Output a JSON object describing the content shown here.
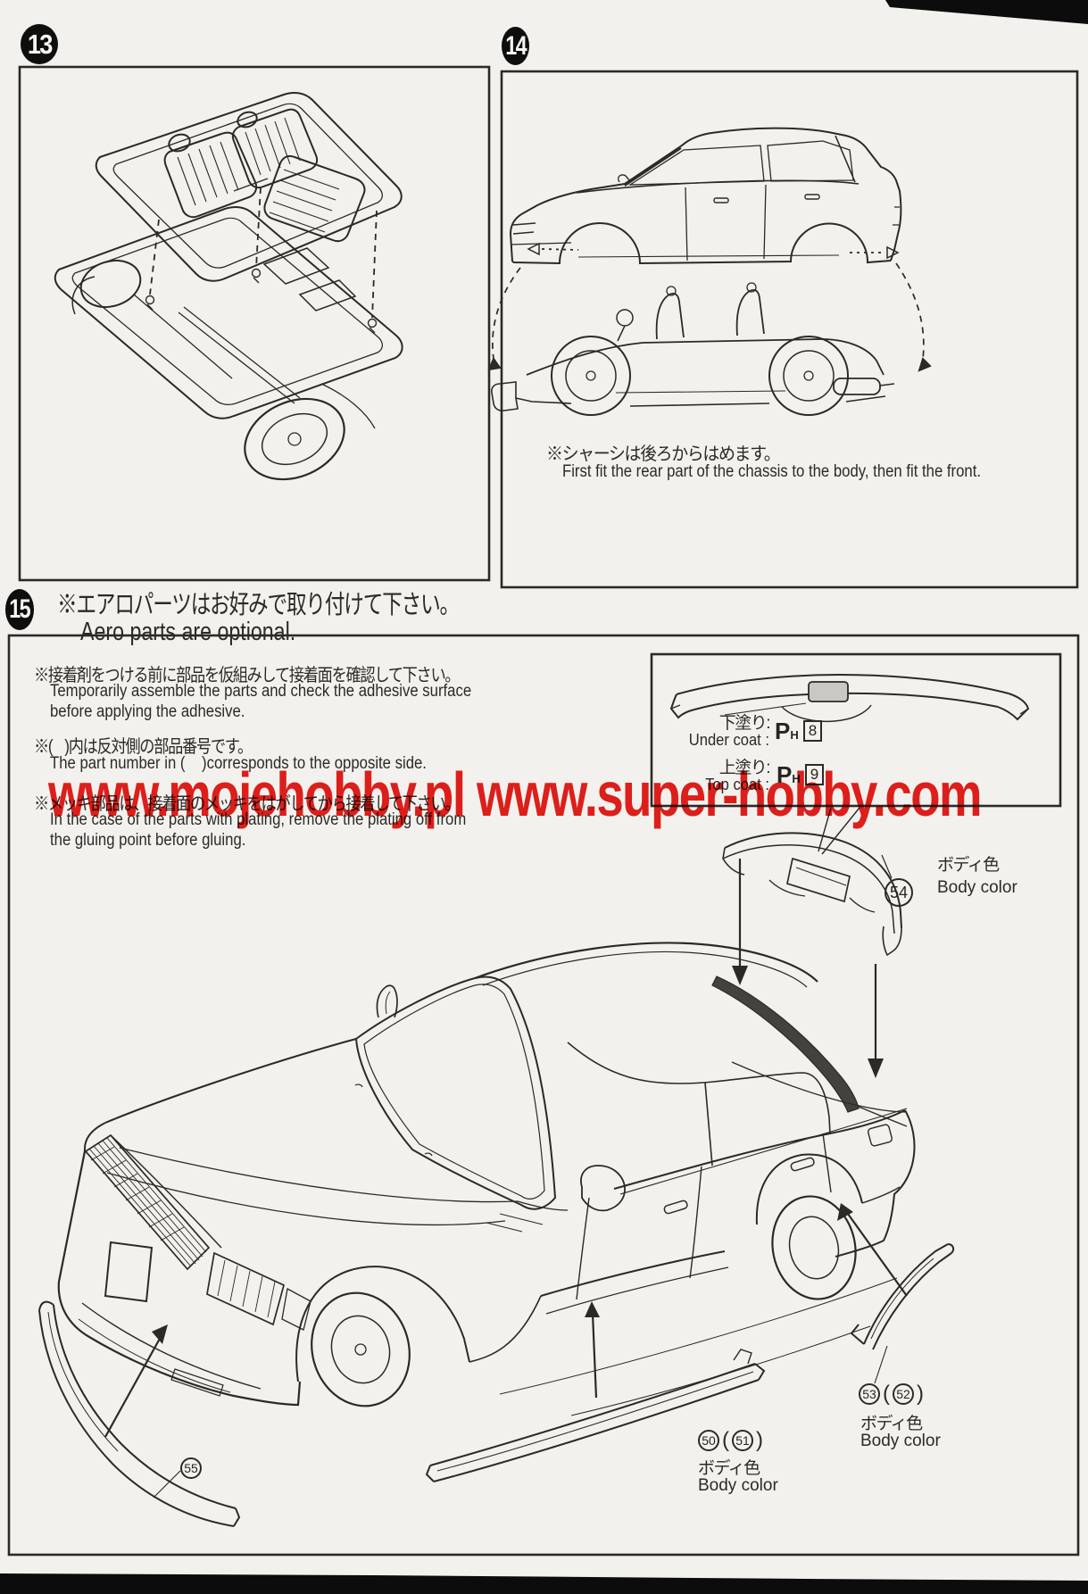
{
  "steps": {
    "s13": {
      "number": "13"
    },
    "s14": {
      "number": "14",
      "note_jp": "※シャーシは後ろからはめます。",
      "note_en": "First fit the rear part of the chassis to the body, then fit the front."
    },
    "s15": {
      "number": "15",
      "note_jp": "※エアロパーツはお好みで取り付けて下さい。",
      "note_en": "Aero parts are optional."
    }
  },
  "assembly_notes": {
    "note1_jp": "※接着剤をつける前に部品を仮組みして接着面を確認して下さい。",
    "note1_en1": "Temporarily assemble the parts and check the adhesive surface",
    "note1_en2": "before applying the adhesive.",
    "note2_jp": "※(    )内は反対側の部品番号です。",
    "note2_en1": "The part number in (    )corresponds to the opposite side.",
    "note3_jp": "※メッキ部品は、接着面のメッキをはがしてから接着して下さい。",
    "note3_en1": "In the case of the parts with plating, remove the plating off from",
    "note3_en2": "the gluing point before gluing."
  },
  "paint": {
    "under_label_jp": "下塗り:",
    "under_label_en": "Under coat :",
    "under_code_main": "P",
    "under_code_sub": "H",
    "under_code_num": "8",
    "top_label_jp": "上塗り:",
    "top_label_en": "Top coat :",
    "top_code_main": "P",
    "top_code_sub": "H",
    "top_code_num": "9"
  },
  "parts": {
    "rear_spoiler": {
      "id": "54",
      "color_jp": "ボディ色",
      "color_en": "Body color"
    },
    "front_lip": {
      "id": "55"
    },
    "side_skirt": {
      "id": "50",
      "opposite_id": "51",
      "color_jp": "ボディ色",
      "color_en": "Body color"
    },
    "rear_skirt": {
      "id": "53",
      "opposite_id": "52",
      "color_jp": "ボディ色",
      "color_en": "Body color"
    }
  },
  "ui": {
    "paren_open": "(",
    "paren_close": ")"
  },
  "watermark": {
    "text": "www.mojehobby.pl www.super-hobby.com",
    "color": "#e8201d"
  }
}
